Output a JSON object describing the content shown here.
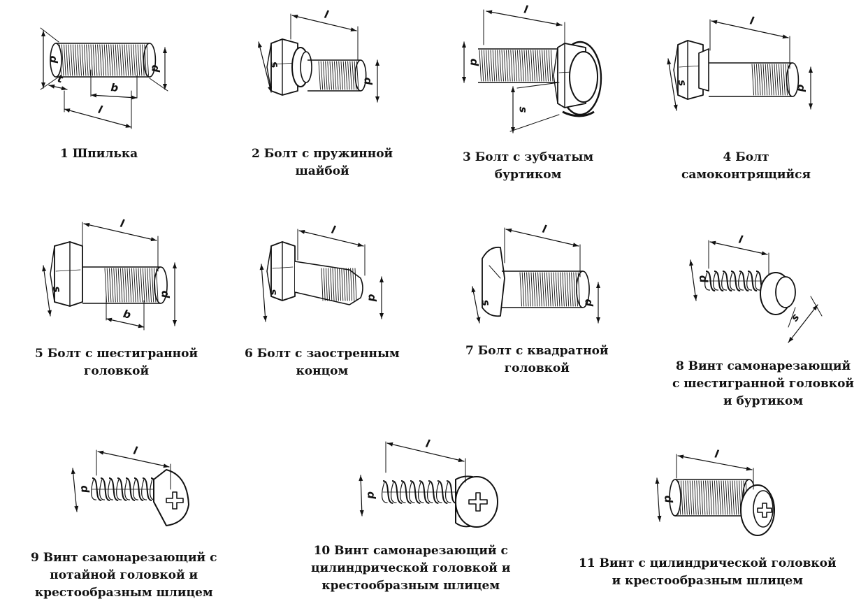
{
  "labels": {
    "d": "d",
    "l": "l",
    "b": "b",
    "s": "s",
    "t": "t"
  },
  "items": [
    {
      "number": "1",
      "lines": [
        "Шпилька"
      ]
    },
    {
      "number": "2",
      "lines": [
        "Болт с пружинной",
        "шайбой"
      ]
    },
    {
      "number": "3",
      "lines": [
        "Болт с зубчатым",
        "буртиком"
      ]
    },
    {
      "number": "4",
      "lines": [
        "Болт",
        "самоконтрящийся"
      ]
    },
    {
      "number": "5",
      "lines": [
        "Болт с шестигранной",
        "головкой"
      ]
    },
    {
      "number": "6",
      "lines": [
        "Болт с заостренным",
        "концом"
      ]
    },
    {
      "number": "7",
      "lines": [
        "Болт с квадратной",
        "головкой"
      ]
    },
    {
      "number": "8",
      "lines": [
        "Винт самонарезающий",
        "с шестигранной головкой",
        "и буртиком"
      ]
    },
    {
      "number": "9",
      "lines": [
        "Винт самонарезающий с",
        "потайной головкой и",
        "крестообразным шлицем"
      ]
    },
    {
      "number": "10",
      "lines": [
        "Винт самонарезающий с",
        "цилиндрической головкой и",
        "крестообразным шлицем"
      ]
    },
    {
      "number": "11",
      "lines": [
        "Винт с цилиндрической головкой",
        "и крестообразным шлицем"
      ]
    }
  ]
}
